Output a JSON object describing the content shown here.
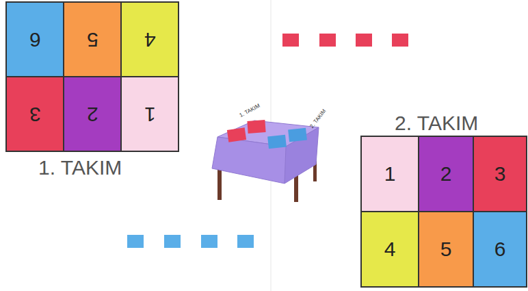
{
  "diagram": {
    "nodes": [
      {
        "text": [
          "6"
        ]
      },
      {
        "text": [
          "5"
        ]
      },
      {
        "text": [
          "4"
        ]
      },
      {
        "text": [
          "3"
        ]
      },
      {
        "text": [
          "2"
        ]
      },
      {
        "text": [
          "1"
        ]
      },
      {
        "text": [
          "1"
        ]
      },
      {
        "text": [
          "2"
        ]
      },
      {
        "text": [
          "3"
        ]
      },
      {
        "text": [
          "4"
        ]
      },
      {
        "text": [
          "5"
        ]
      },
      {
        "text": [
          "6"
        ]
      }
    ],
    "labels": [
      "1. TAKIM",
      "2. TAKIM",
      "2. TAKIM",
      "1. TAKIM"
    ]
  }
}
